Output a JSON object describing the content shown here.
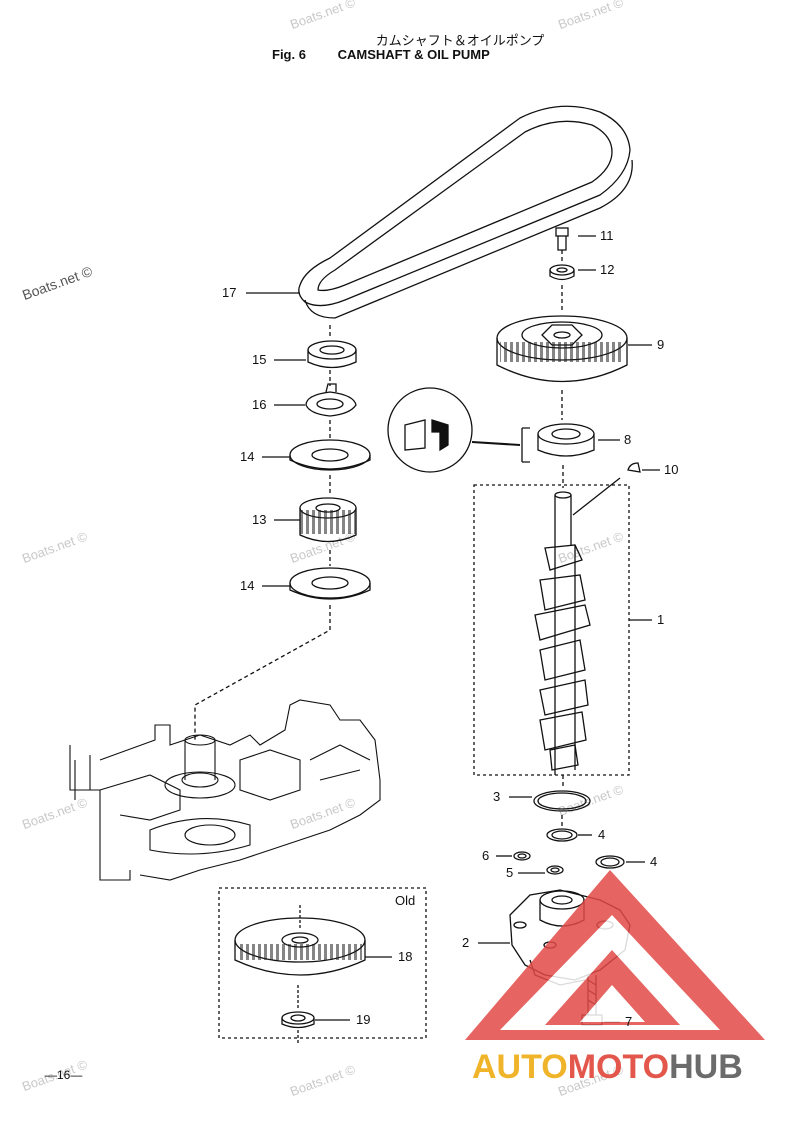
{
  "header": {
    "title_jp": "カムシャフト＆オイルポンプ",
    "fig_label": "Fig. 6",
    "title_en": "CAMSHAFT & OIL PUMP"
  },
  "watermark": "Boats.net ©",
  "old_label": "Old",
  "page_number": "—16—",
  "logo": {
    "part1": "AUTO",
    "part2": "MOTO",
    "part3": "HUB",
    "colors": {
      "part1": "#f0b42a",
      "part2": "#e3564b",
      "part3": "#6b6b6b"
    }
  },
  "callouts": [
    {
      "n": "11"
    },
    {
      "n": "12"
    },
    {
      "n": "9"
    },
    {
      "n": "8"
    },
    {
      "n": "10"
    },
    {
      "n": "1"
    },
    {
      "n": "3"
    },
    {
      "n": "4"
    },
    {
      "n": "6"
    },
    {
      "n": "5"
    },
    {
      "n": "4"
    },
    {
      "n": "2"
    },
    {
      "n": "7"
    },
    {
      "n": "17"
    },
    {
      "n": "15"
    },
    {
      "n": "16"
    },
    {
      "n": "14"
    },
    {
      "n": "13"
    },
    {
      "n": "14"
    },
    {
      "n": "18"
    },
    {
      "n": "19"
    }
  ]
}
